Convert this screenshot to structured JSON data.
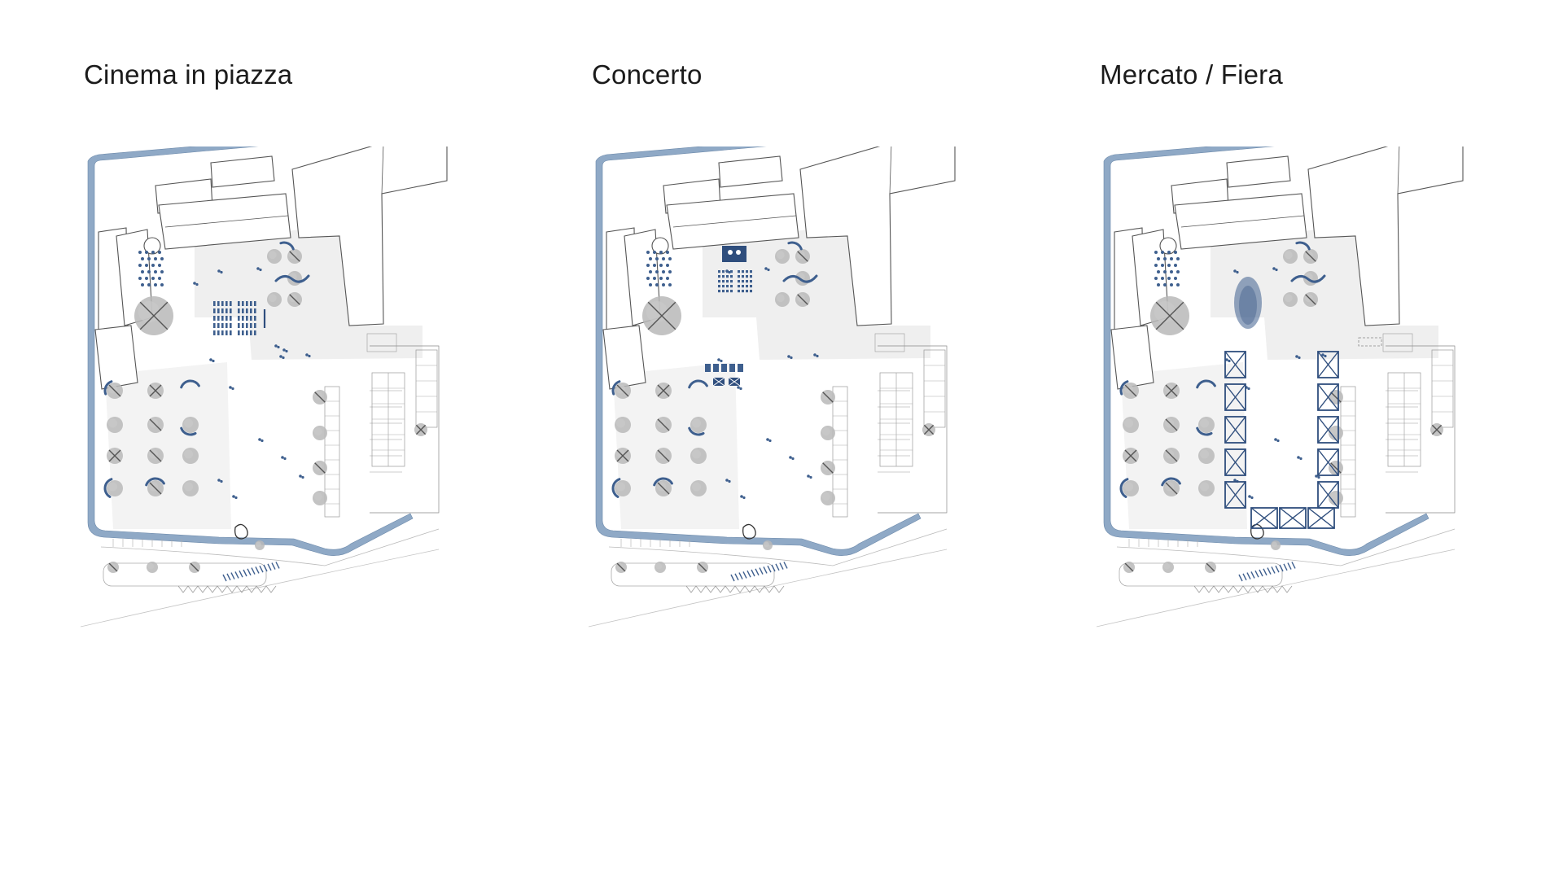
{
  "panels": [
    {
      "title": "Cinema in piazza",
      "scenario": "cinema"
    },
    {
      "title": "Concerto",
      "scenario": "concert"
    },
    {
      "title": "Mercato / Fiera",
      "scenario": "market"
    }
  ],
  "colors": {
    "canal": "#8fa9c6",
    "canal_edge": "#6c89aa",
    "accent": "#3e5f8e",
    "accent_dark": "#2f4e7d",
    "tree": "#b8b8b8",
    "tree_dark": "#8f8f8f",
    "paving": "#efefef",
    "line": "#555555"
  },
  "icons": [
    "tree-icon",
    "bench-icon",
    "chair-icon",
    "stall-icon",
    "stage-icon"
  ]
}
